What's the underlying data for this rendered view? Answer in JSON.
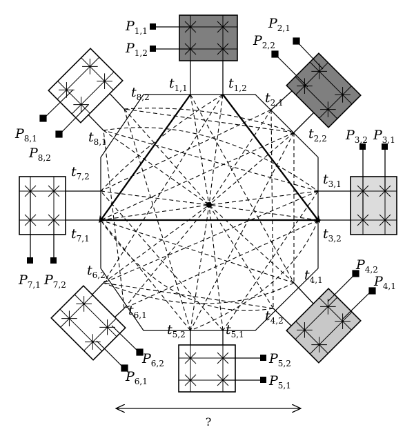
{
  "diagram": {
    "modules": [
      {
        "id": 1,
        "fill": "#7f7f7f",
        "pads": [
          "P_1,1",
          "P_1,2"
        ],
        "terminals": [
          "t_1,1",
          "t_1,2"
        ]
      },
      {
        "id": 2,
        "fill": "#7f7f7f",
        "pads": [
          "P_2,1",
          "P_2,2"
        ],
        "terminals": [
          "t_2,1",
          "t_2,2"
        ]
      },
      {
        "id": 3,
        "fill": "#dcdcdc",
        "pads": [
          "P_3,2",
          "P_3,1"
        ],
        "terminals": [
          "t_3,1",
          "t_3,2"
        ]
      },
      {
        "id": 4,
        "fill": "#c8c8c8",
        "pads": [
          "P_4,2",
          "P_4,1"
        ],
        "terminals": [
          "t_4,1",
          "t_4,2"
        ]
      },
      {
        "id": 5,
        "fill": "#ffffff",
        "pads": [
          "P_5,2",
          "P_5,1"
        ],
        "terminals": [
          "t_5,2",
          "t_5,1"
        ]
      },
      {
        "id": 6,
        "fill": "#ffffff",
        "pads": [
          "P_6,2",
          "P_6,1"
        ],
        "terminals": [
          "t_6,2",
          "t_6,1"
        ]
      },
      {
        "id": 7,
        "fill": "#ffffff",
        "pads": [
          "P_7,1",
          "P_7,2"
        ],
        "terminals": [
          "t_7,2",
          "t_7,1"
        ]
      },
      {
        "id": 8,
        "fill": "#ffffff",
        "pads": [
          "P_8,1",
          "P_8,2"
        ],
        "terminals": [
          "t_8,2",
          "t_8,1"
        ]
      }
    ],
    "dimension_label": "?"
  }
}
